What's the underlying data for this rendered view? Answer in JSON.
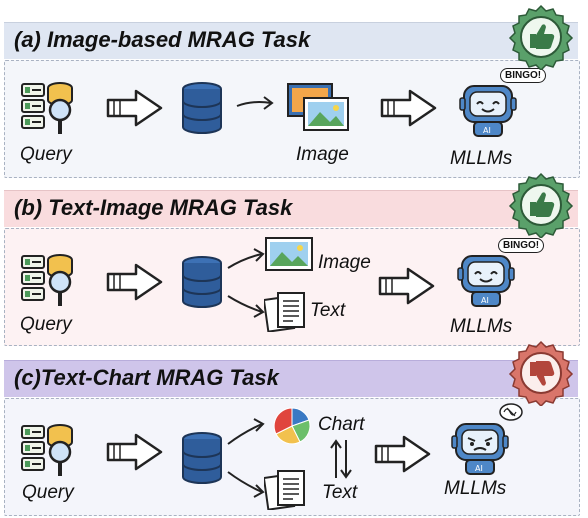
{
  "panels": [
    {
      "title": "(a) Image-based MRAG Task",
      "header_color": "#dfe6f2",
      "body_color": "#f4f6fa",
      "labels": {
        "query": "Query",
        "image": "Image",
        "mllm": "MLLMs"
      },
      "verdict": "thumbs-up",
      "mllm_bubble": "BINGO!"
    },
    {
      "title": "(b) Text-Image MRAG Task",
      "header_color": "#f9dcde",
      "body_color": "#fdf2f3",
      "labels": {
        "query": "Query",
        "image": "Image",
        "text": "Text",
        "mllm": "MLLMs"
      },
      "verdict": "thumbs-up",
      "mllm_bubble": "BINGO!"
    },
    {
      "title": "(c)Text-Chart MRAG Task",
      "header_color": "#cfc5ea",
      "body_color": "#f4f5fb",
      "labels": {
        "query": "Query",
        "chart": "Chart",
        "text": "Text",
        "mllm": "MLLMs"
      },
      "verdict": "thumbs-down"
    }
  ],
  "colors": {
    "good_badge": "#5aa06a",
    "bad_badge": "#d9756a",
    "database": "#2f5d9b",
    "robot": "#4e87c7"
  }
}
